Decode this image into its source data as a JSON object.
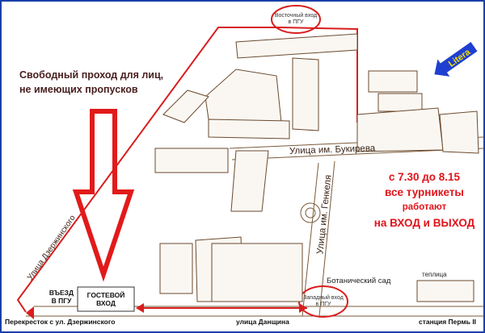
{
  "notes": {
    "free_passage_line1": "Свободный проход для лиц,",
    "free_passage_line2": "не имеющих пропусков",
    "time_line1": "с 7.30 до 8.15",
    "time_line2": "все турникеты",
    "time_line3": "работают",
    "time_line4": "на ВХОД и ВЫХОД"
  },
  "streets": {
    "bukireva": "Улица им. Букирева",
    "genkelya": "Улица им. Генкеля",
    "dzerzhinskogo": "Улица Дзержинского"
  },
  "entrances": {
    "east_line1": "Восточный вход",
    "east_line2": "в ПГУ",
    "west_line1": "Западный вход",
    "west_line2": "в ПГУ",
    "guest_line1": "ГОСТЕВОЙ",
    "guest_line2": "ВХОД",
    "drive_line1": "ВЪЕЗД",
    "drive_line2": "В ПГУ"
  },
  "places": {
    "garden": "Ботанический сад",
    "greenhouse": "теплица"
  },
  "bottom": {
    "crossroad": "Перекресток с ул. Дзержинского",
    "danshina": "улица Данщина",
    "station": "станция Пермь II"
  },
  "logo": {
    "text": "Litera"
  },
  "colors": {
    "route": "#d81e1e",
    "frame": "#1a3fa8",
    "building_stroke": "#6b4a2e",
    "logo_arrow": "#1f3fd0",
    "logo_text": "#f2e000"
  }
}
